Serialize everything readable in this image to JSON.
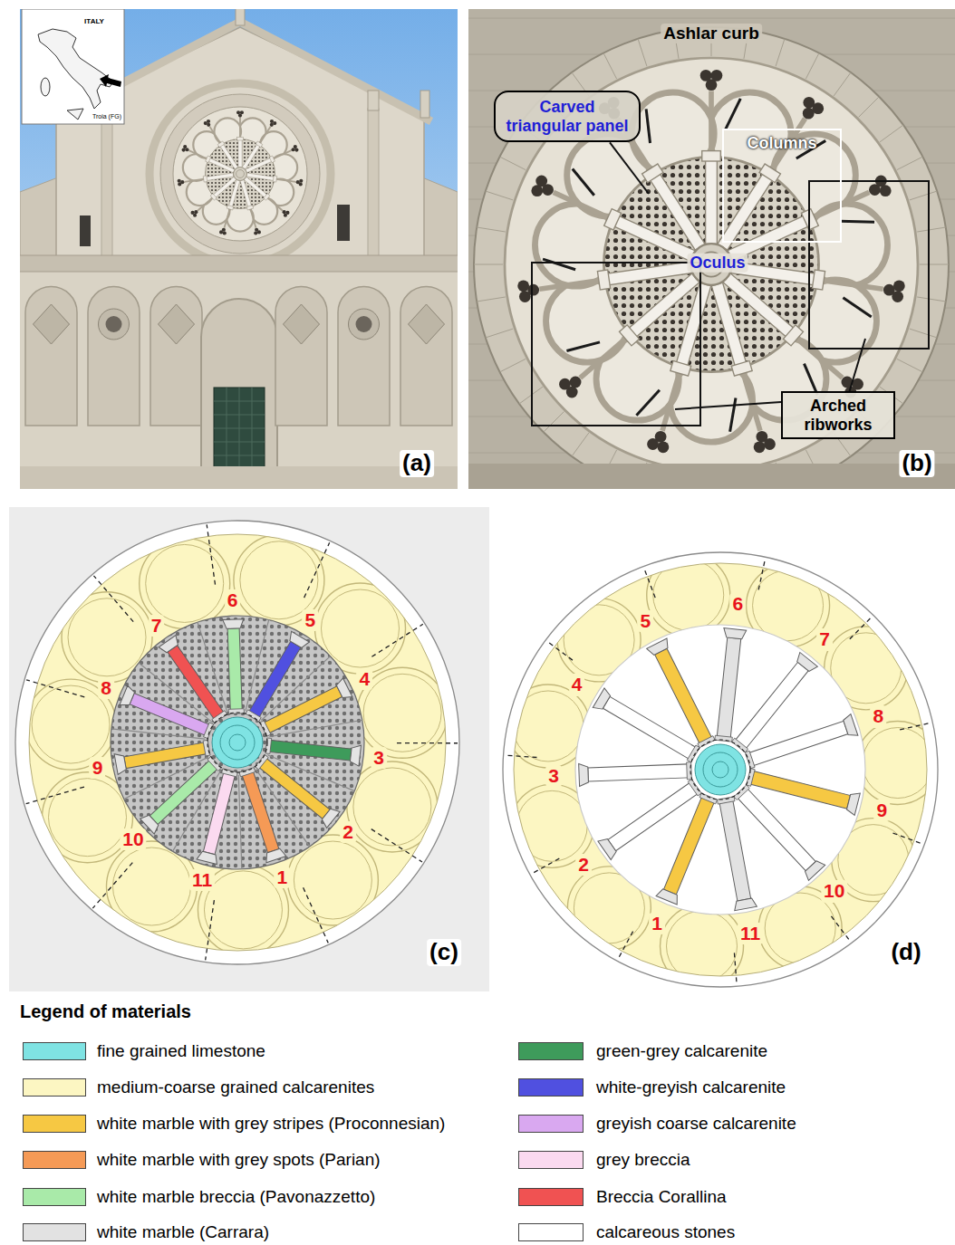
{
  "diagram": {
    "nodes": [
      {
        "text": [
          "Carved triangular panel"
        ]
      },
      {
        "text": [
          "Columns"
        ]
      },
      {
        "text": [
          "Arched ribworks"
        ]
      }
    ],
    "labels": [
      "ITALY",
      "Troia (FG)",
      "(a)",
      "Ashlar curb",
      "Oculus",
      "(b)",
      "1",
      "2",
      "3",
      "4",
      "5",
      "6",
      "7",
      "8",
      "9",
      "10",
      "11",
      "(c)",
      "1",
      "2",
      "3",
      "4",
      "5",
      "6",
      "7",
      "8",
      "9",
      "10",
      "11",
      "(d)",
      "Legend of materials"
    ],
    "legend": [
      {
        "text": "fine grained limestone",
        "color": "#7fe3e3"
      },
      {
        "text": "medium-coarse grained calcarenites",
        "color": "#fcf6c2"
      },
      {
        "text": "white marble with grey stripes (Proconnesian)",
        "color": "#f6c843"
      },
      {
        "text": "white marble with grey spots (Parian)",
        "color": "#f59a56"
      },
      {
        "text": "white marble breccia (Pavonazzetto)",
        "color": "#a9eaa9"
      },
      {
        "text": "white marble (Carrara)",
        "color": "#e2e2e2"
      },
      {
        "text": "green-grey calcarenite",
        "color": "#3e9b5b"
      },
      {
        "text": "white-greyish calcarenite",
        "color": "#5050e0"
      },
      {
        "text": "greyish coarse calcarenite",
        "color": "#d9a8f0"
      },
      {
        "text": "grey breccia",
        "color": "#fbdaf0"
      },
      {
        "text": "Breccia Corallina",
        "color": "#f05252"
      },
      {
        "text": "calcareous stones",
        "color": "#ffffff"
      }
    ]
  }
}
